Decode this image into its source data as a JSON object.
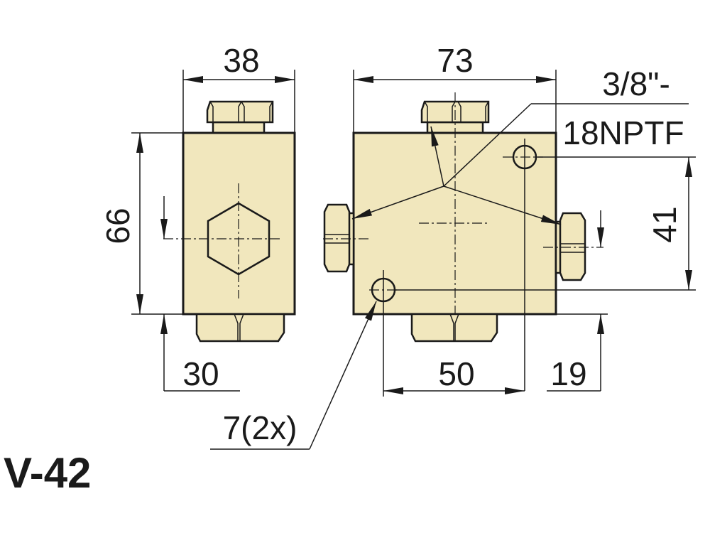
{
  "model": {
    "label": "V-42"
  },
  "dimensions": {
    "left_width": "38",
    "left_height": "66",
    "left_offset": "30",
    "right_width": "73",
    "right_hole_spacing_x": "50",
    "right_hole_spacing_y": "41",
    "right_edge_offset": "19",
    "hole_diameter": "7(2x)",
    "thread_line1": "3/8\"-",
    "thread_line2": "18NPTF"
  },
  "colors": {
    "body_fill": "#f1e7bd",
    "ink": "#1a1a1a"
  }
}
